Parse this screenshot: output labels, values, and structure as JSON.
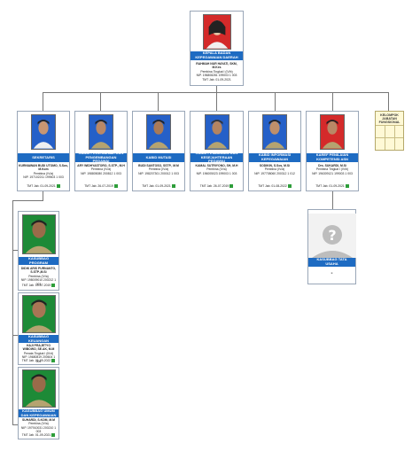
{
  "chart": {
    "head": {
      "title": "KEPALA BADAN KEPEGAWAIAN DAERAH",
      "name": "RAHMAH NUR HAYATI, SKM, M.Kes",
      "rank": "Pembina Tingkat I (IV/b)",
      "nip": "NIP. 196808281 199003 1 003",
      "tmt": "TMT Jab. 01-09-2021"
    },
    "level2": [
      {
        "title": "SEKRETARIS",
        "name": "KURNIAWAN BUDI UTOMO, S.Sos, M.Kom",
        "rank": "Pembina (IV/a)",
        "nip": "NIP. 197102211 199503 1 003",
        "tmt": "TMT Jab. 01-09-2021"
      },
      {
        "title": "KABID PEREncanaan DAN PENGEMBANGAN PEGAWAI",
        "name": "ARY WIDHYASTORO, S.STP., M.H",
        "rank": "Pembina (IV/a)",
        "nip": "NIP. 198805080 200812 1 003",
        "tmt": "TMT Jab. 26-07-2019"
      },
      {
        "title": "KABID MUTASI",
        "name": "BUDI SANTOSO, SSTP., M.M",
        "rank": "Pembina (IV/a)",
        "nip": "NIP. 198207301 200012 1 003",
        "tmt": "TMT Jab. 01-09-2021"
      },
      {
        "title": "KABID PEMBINAAN DAN KESEJAHTERAAN PEGAWAI",
        "name": "KAMAL SUTRIYONO, SH, M.H",
        "rank": "Pembina (IV/a)",
        "nip": "NIP. 196005023 199003 1 003",
        "tmt": "TMT Jab. 26-07-2019"
      },
      {
        "title": "KABID INFORMASI KEPEGAWAIAN",
        "name": "SODIKIN, S.Sos, M.Si",
        "rank": "Pembina (IV/a)",
        "nip": "NIP. 197708060 200312 1 012",
        "tmt": "TMT Jab. 01-08-2022"
      },
      {
        "title": "KAREF PENILAIAN KOMPETENSI ASN",
        "name": "Drs. SUKARDI, M.Si",
        "rank": "Pembina Tingkat I (IV/b)",
        "nip": "NIP. 196309121 199003 1 003",
        "tmt": "TMT Jab. 01-09-2021"
      }
    ],
    "fungsional": {
      "title": "KELOMPOK JABATAN FUNGSIONAL"
    },
    "level3": [
      {
        "title": "KASUBBAG PROGRAM",
        "name": "DIDIK ARIS PURNANTO, S.STP.,M.Si",
        "rank": "Pembina (IV/a)",
        "nip": "NIP. 198009010 200212 1 003",
        "tmt": "TMT Jab. 10-07-2019"
      },
      {
        "title": "KASUBBAG KEUANGAN",
        "name": "HAJI PRAJETYO WIBOWO, SE.AK, M.M",
        "rank": "Penata Tingkat I (III/d)",
        "nip": "NIP. 19680819 200604 1 004",
        "tmt": "TMT Jab. 01-09-2022"
      },
      {
        "title": "KASUBBAG UMUM DAN KEPEGAWAIAN",
        "name": "SUHARDI, S.KOM, M.M",
        "rank": "Pembina (IV/a)",
        "nip": "NIP. 197910031 200210 1 003",
        "tmt": "TMT Jab. 01-09-2021"
      }
    ],
    "tataUsaha": {
      "title": "KASUBBAG TATA USAHA",
      "name": "-"
    }
  }
}
